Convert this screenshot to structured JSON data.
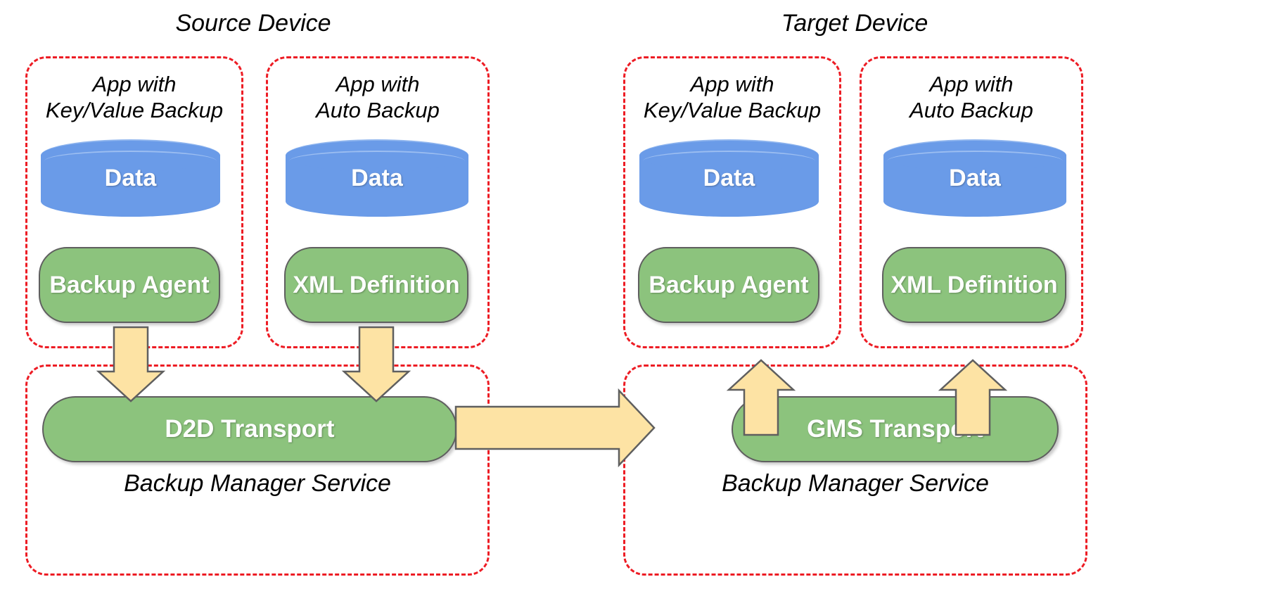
{
  "diagram": {
    "title_left": "Source Device",
    "title_right": "Target Device",
    "colors": {
      "dashed_border": "#ED1C24",
      "cylinder_blue": "#6A9BE8",
      "pill_green": "#8CC37D",
      "arrow_yellow": "#FDE3A4",
      "shape_outline": "#5F5F5F",
      "text_light": "#FFFFFF",
      "text_dark": "#000000",
      "background": "#FFFFFF"
    }
  },
  "source_device": {
    "label": "Source Device",
    "apps": [
      {
        "label": "App with\nKey/Value Backup",
        "data_label": "Data",
        "component_label": "Backup Agent",
        "arrow": "down"
      },
      {
        "label": "App with\nAuto Backup",
        "data_label": "Data",
        "component_label": "XML Definition",
        "arrow": "down"
      }
    ],
    "service": {
      "transport_label": "D2D Transport",
      "service_label": "Backup Manager Service"
    }
  },
  "target_device": {
    "label": "Target Device",
    "apps": [
      {
        "label": "App with\nKey/Value Backup",
        "data_label": "Data",
        "component_label": "Backup Agent",
        "arrow": "up"
      },
      {
        "label": "App with\nAuto Backup",
        "data_label": "Data",
        "component_label": "XML Definition",
        "arrow": "up"
      }
    ],
    "service": {
      "transport_label": "GMS Transport",
      "service_label": "Backup Manager Service"
    }
  },
  "transfer_arrow": {
    "direction": "right",
    "from": "D2D Transport",
    "to": "GMS Transport"
  }
}
